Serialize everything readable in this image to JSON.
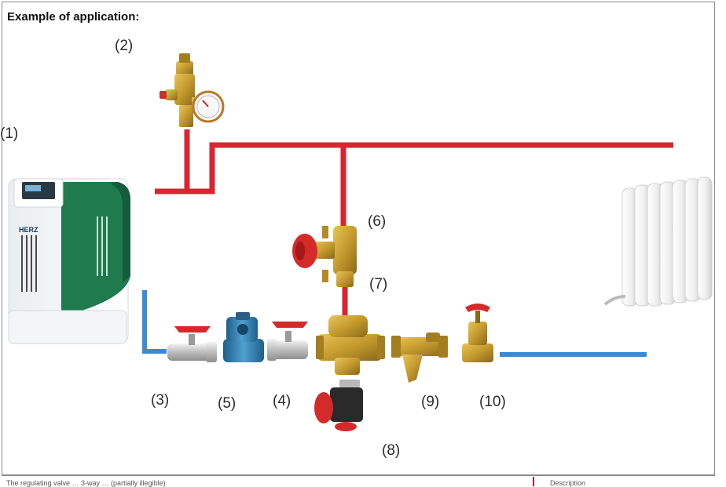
{
  "title": "Example of application:",
  "labels": {
    "n1": "(1)",
    "n2": "(2)",
    "n3": "(3)",
    "n4": "(4)",
    "n5": "(5)",
    "n6": "(6)",
    "n7": "(7)",
    "n8": "(8)",
    "n9": "(9)",
    "n10": "(10)"
  },
  "boiler_brand": "HERZ",
  "footer": {
    "left": "The regulating valve … 3-way … (partially illegible)",
    "right": "Description"
  },
  "colors": {
    "supply_pipe": "#d8262e",
    "return_pipe": "#3a8ad4",
    "brass": "#c9a23a",
    "boiler_green": "#1f7a4e",
    "handle_red": "#d42a2a"
  }
}
